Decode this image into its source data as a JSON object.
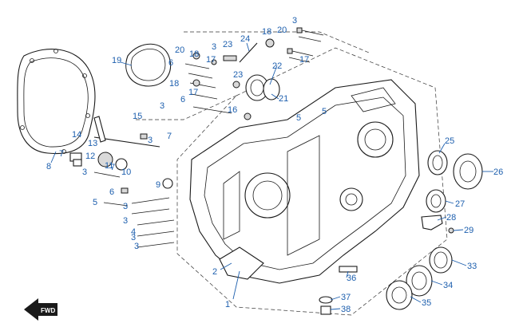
{
  "diagram": {
    "forward_label": "FWD",
    "colors": {
      "callout": "#1d5fae",
      "line": "#1a1a1a",
      "shade": "#d9d9d9"
    },
    "callouts": [
      {
        "id": "c1",
        "text": "1"
      },
      {
        "id": "c2",
        "text": "2"
      },
      {
        "id": "c3a",
        "text": "3"
      },
      {
        "id": "c3b",
        "text": "3"
      },
      {
        "id": "c3c",
        "text": "3"
      },
      {
        "id": "c3d",
        "text": "3"
      },
      {
        "id": "c3e",
        "text": "3"
      },
      {
        "id": "c3f",
        "text": "3"
      },
      {
        "id": "c3g",
        "text": "3"
      },
      {
        "id": "c3h",
        "text": "3"
      },
      {
        "id": "c3i",
        "text": "3"
      },
      {
        "id": "c4",
        "text": "4"
      },
      {
        "id": "c5a",
        "text": "5"
      },
      {
        "id": "c5b",
        "text": "5"
      },
      {
        "id": "c5c",
        "text": "5"
      },
      {
        "id": "c6a",
        "text": "6"
      },
      {
        "id": "c6b",
        "text": "6"
      },
      {
        "id": "c6c",
        "text": "6"
      },
      {
        "id": "c7a",
        "text": "7"
      },
      {
        "id": "c7b",
        "text": "7"
      },
      {
        "id": "c7c",
        "text": "7"
      },
      {
        "id": "c8",
        "text": "8"
      },
      {
        "id": "c9",
        "text": "9"
      },
      {
        "id": "c10",
        "text": "10"
      },
      {
        "id": "c11",
        "text": "11"
      },
      {
        "id": "c12",
        "text": "12"
      },
      {
        "id": "c13",
        "text": "13"
      },
      {
        "id": "c14",
        "text": "14"
      },
      {
        "id": "c15",
        "text": "15"
      },
      {
        "id": "c16",
        "text": "16"
      },
      {
        "id": "c17a",
        "text": "17"
      },
      {
        "id": "c17b",
        "text": "17"
      },
      {
        "id": "c17c",
        "text": "17"
      },
      {
        "id": "c18a",
        "text": "18"
      },
      {
        "id": "c18b",
        "text": "18"
      },
      {
        "id": "c18c",
        "text": "18"
      },
      {
        "id": "c19",
        "text": "19"
      },
      {
        "id": "c20a",
        "text": "20"
      },
      {
        "id": "c20b",
        "text": "20"
      },
      {
        "id": "c21",
        "text": "21"
      },
      {
        "id": "c22",
        "text": "22"
      },
      {
        "id": "c23a",
        "text": "23"
      },
      {
        "id": "c23b",
        "text": "23"
      },
      {
        "id": "c24",
        "text": "24"
      },
      {
        "id": "c25",
        "text": "25"
      },
      {
        "id": "c26",
        "text": "26"
      },
      {
        "id": "c27",
        "text": "27"
      },
      {
        "id": "c28",
        "text": "28"
      },
      {
        "id": "c29",
        "text": "29"
      },
      {
        "id": "c33",
        "text": "33"
      },
      {
        "id": "c34",
        "text": "34"
      },
      {
        "id": "c35",
        "text": "35"
      },
      {
        "id": "c36",
        "text": "36"
      },
      {
        "id": "c37",
        "text": "37"
      },
      {
        "id": "c38",
        "text": "38"
      }
    ]
  }
}
